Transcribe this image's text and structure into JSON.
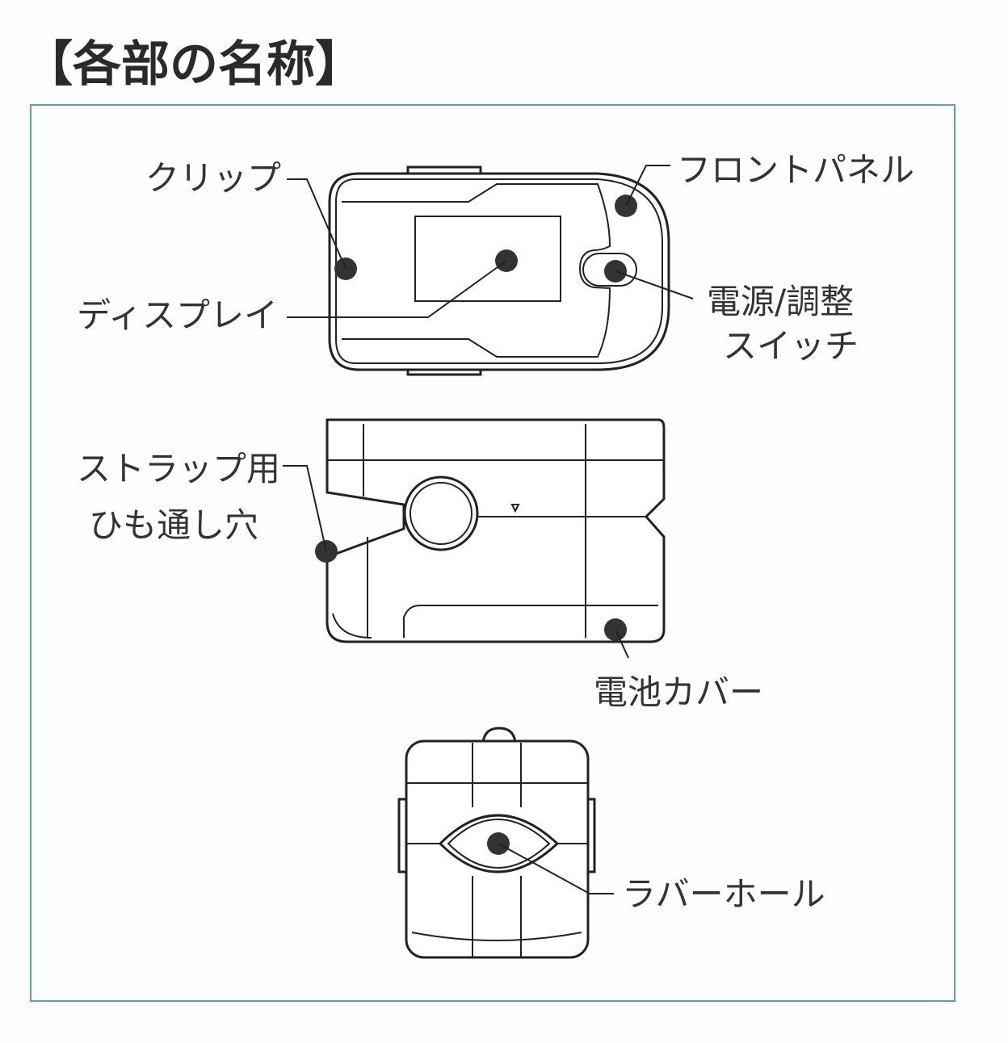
{
  "title": "【各部の名称】",
  "labels": {
    "clip": "クリップ",
    "front_panel": "フロントパネル",
    "display": "ディスプレイ",
    "power_switch_line1": "電源/調整",
    "power_switch_line2": "スイッチ",
    "strap_hole_line1": "ストラップ用",
    "strap_hole_line2": "ひも通し穴",
    "battery_cover": "電池カバー",
    "rubber_hole": "ラバーホール"
  },
  "colors": {
    "frame": "#5b9bd5",
    "ink": "#222222"
  }
}
